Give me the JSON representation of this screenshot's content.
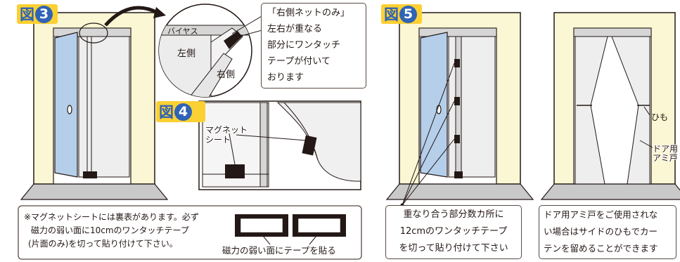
{
  "figure3": {
    "label": "図",
    "number": "3",
    "callout_lines": [
      "「右側ネットのみ」",
      "左右が重なる",
      "部分にワンタッチ",
      "テープが付いて",
      "おります"
    ],
    "zoom_labels": {
      "top": "バイヤス",
      "left": "左側",
      "right": "右側"
    }
  },
  "figure4": {
    "label": "図",
    "number": "4",
    "magnet_label_lines": [
      "マグネット",
      "シート"
    ]
  },
  "magnet_note": {
    "lines": [
      "※マグネットシートには裏表があります。必ず",
      "磁力の弱い面に10cmのワンタッチテープ",
      "(片面のみ)を切って貼り付けて下さい。"
    ],
    "tape_caption": "磁力の弱い面にテープを貼る"
  },
  "figure5": {
    "label": "図",
    "number": "5",
    "note_lines": [
      "重なり合う部分数カ所に",
      "12cmのワンタッチテープ",
      "を切って貼り付けて下さい"
    ],
    "string_label": "ひも",
    "net_label_lines": [
      "ドア用",
      "アミ戸"
    ],
    "note2_lines": [
      "ドア用アミ戸をご使用されな",
      "い場合はサイドのひもでカー",
      "テンを留めることができます"
    ]
  },
  "colors": {
    "badge_yellow": "#fbd033",
    "badge_blue": "#2f63b5",
    "wall": "#fbf6d3",
    "floor": "#c9c9c9",
    "glass": "#b5cfea",
    "net": "#ececec",
    "dark": "#231815"
  }
}
